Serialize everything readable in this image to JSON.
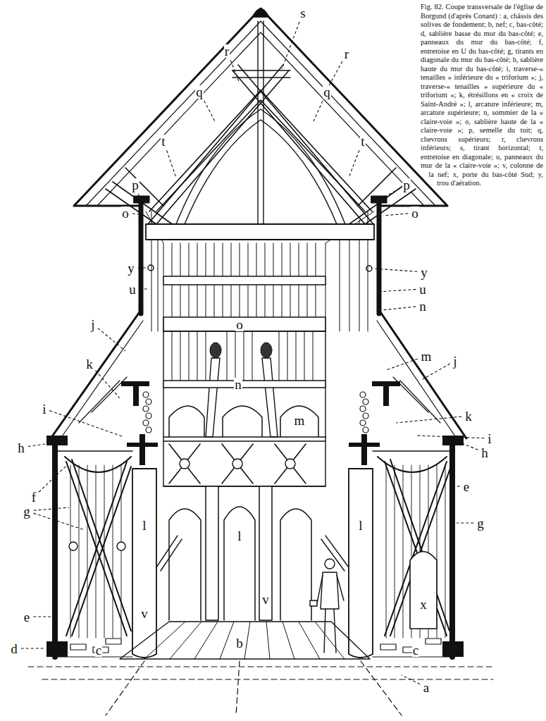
{
  "diagram": {
    "caption": "Fig. 82. Coupe transversale de l'église de Borgund (d'après Conant) : a, châssis des solives de fondement; b, nef; c, bas-côté; d, sablière basse du mur du bas-côté; e, panneaux du mur du bas-côté; f, entretoise en U du bas-côté; g, tirants en diagonale du mur du bas-côté; h, sablière haute du mur du bas-côté; i, traverse-« tenailles » inférieure du « triforium »; j, traverse-« tenailles » supérieure du « triforium »; k, étrésillons en « croix de Saint-André »; l, arcature inférieure; m, arcature supérieure; n, sommier de la « claire-voie »; o, sablière haute de la « claire-voie »; p, semelle du toit; q, chevrons supérieurs; r, chevrons inférieurs; s, tirant horizontal; t, entretoise en diagonale; u, panneaux du mur de la « claire-voie »; v, colonne de la nef; x, porte du bas-côté Sud; y, trou d'aération.",
    "labels": [
      "s",
      "r",
      "r",
      "q",
      "q",
      "t",
      "t",
      "p",
      "p",
      "o",
      "o",
      "y",
      "y",
      "u",
      "u",
      "j",
      "n",
      "o",
      "m",
      "j",
      "k",
      "n",
      "m",
      "i",
      "k",
      "i",
      "h",
      "h",
      "e",
      "f",
      "g",
      "g",
      "l",
      "l",
      "l",
      "x",
      "v",
      "e",
      "v",
      "d",
      "c",
      "b",
      "c",
      "a"
    ]
  }
}
